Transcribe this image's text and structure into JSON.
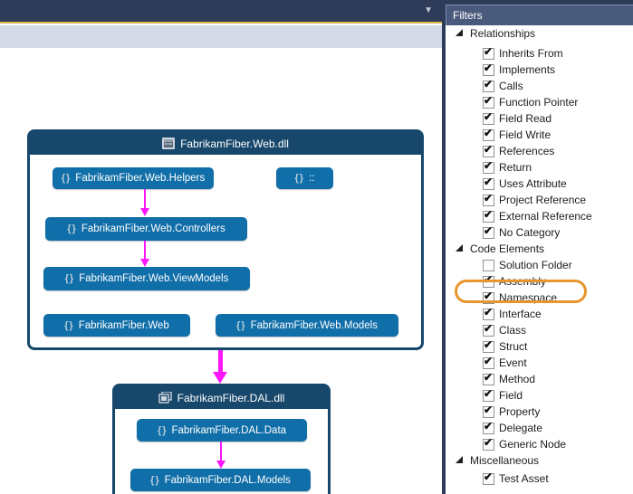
{
  "icons": {
    "dropdown_chevron": "▼",
    "namespace": "{}"
  },
  "colors": {
    "top_bar_navy": "#2e3c59",
    "gold_accent": "#d9b64a",
    "toolbar_strip": "#d5dae7",
    "filters_titlebar_blue": "#4a5a7c",
    "group_header_blue": "#17486b",
    "node_blue": "#106ea8",
    "arrow_magenta": "#fb16fb",
    "highlight_orange": "#e8952d"
  },
  "graph": {
    "groups": [
      {
        "title": "FabrikamFiber.Web.dll",
        "nodes": [
          {
            "label": "FabrikamFiber.Web.Helpers"
          },
          {
            "label": "::"
          },
          {
            "label": "FabrikamFiber.Web.Controllers"
          },
          {
            "label": "FabrikamFiber.Web.ViewModels"
          },
          {
            "label": "FabrikamFiber.Web"
          },
          {
            "label": "FabrikamFiber.Web.Models"
          }
        ]
      },
      {
        "title": "FabrikamFiber.DAL.dll",
        "nodes": [
          {
            "label": "FabrikamFiber.DAL.Data"
          },
          {
            "label": "FabrikamFiber.DAL.Models"
          }
        ]
      }
    ],
    "edges": [
      {
        "from": "FabrikamFiber.Web.Helpers",
        "to": "FabrikamFiber.Web.Controllers"
      },
      {
        "from": "FabrikamFiber.Web.Controllers",
        "to": "FabrikamFiber.Web.ViewModels"
      },
      {
        "from": "FabrikamFiber.Web.dll",
        "to": "FabrikamFiber.DAL.dll"
      },
      {
        "from": "FabrikamFiber.DAL.Data",
        "to": "FabrikamFiber.DAL.Models"
      }
    ]
  },
  "filters": {
    "title": "Filters",
    "groups": [
      {
        "label": "Relationships",
        "items": [
          {
            "label": "Inherits From",
            "checked": true
          },
          {
            "label": "Implements",
            "checked": true
          },
          {
            "label": "Calls",
            "checked": true
          },
          {
            "label": "Function Pointer",
            "checked": true
          },
          {
            "label": "Field Read",
            "checked": true
          },
          {
            "label": "Field Write",
            "checked": true
          },
          {
            "label": "References",
            "checked": true
          },
          {
            "label": "Return",
            "checked": true
          },
          {
            "label": "Uses Attribute",
            "checked": true
          },
          {
            "label": "Project Reference",
            "checked": true
          },
          {
            "label": "External Reference",
            "checked": true
          },
          {
            "label": "No Category",
            "checked": true
          }
        ]
      },
      {
        "label": "Code Elements",
        "items": [
          {
            "label": "Solution Folder",
            "checked": false,
            "highlighted": true
          },
          {
            "label": "Assembly",
            "checked": true
          },
          {
            "label": "Namespace",
            "checked": true
          },
          {
            "label": "Interface",
            "checked": true
          },
          {
            "label": "Class",
            "checked": true
          },
          {
            "label": "Struct",
            "checked": true
          },
          {
            "label": "Event",
            "checked": true
          },
          {
            "label": "Method",
            "checked": true
          },
          {
            "label": "Field",
            "checked": true
          },
          {
            "label": "Property",
            "checked": true
          },
          {
            "label": "Delegate",
            "checked": true
          },
          {
            "label": "Generic Node",
            "checked": true
          }
        ]
      },
      {
        "label": "Miscellaneous",
        "items": [
          {
            "label": "Test Asset",
            "checked": true
          }
        ]
      }
    ]
  }
}
